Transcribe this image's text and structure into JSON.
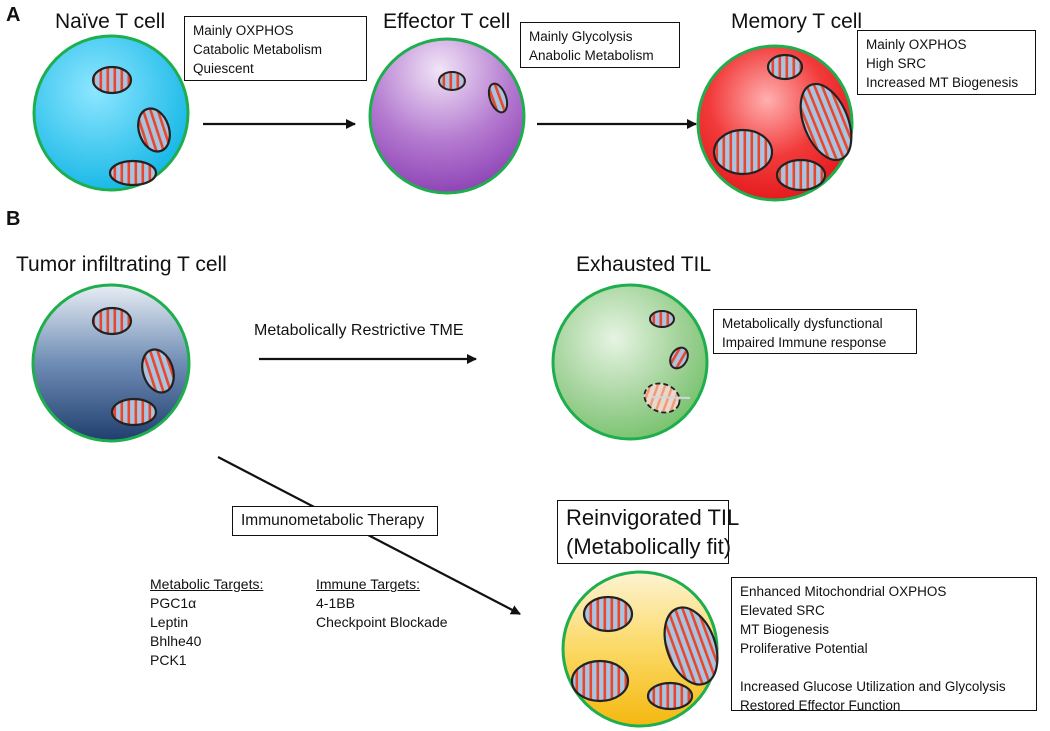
{
  "panels": {
    "a": "A",
    "b": "B"
  },
  "cells": {
    "naive": "Naïve T cell",
    "effector": "Effector T cell",
    "memory": "Memory T cell",
    "tumor": "Tumor infiltrating T cell",
    "exhausted": "Exhausted TIL",
    "reinvigorated_line1": "Reinvigorated TIL",
    "reinvigorated_line2": "(Metabolically fit)"
  },
  "boxes": {
    "naive": [
      "Mainly OXPHOS",
      "Catabolic Metabolism",
      "Quiescent"
    ],
    "effector": [
      "Mainly Glycolysis",
      "Anabolic Metabolism"
    ],
    "memory": [
      "Mainly OXPHOS",
      "High SRC",
      "Increased MT Biogenesis"
    ],
    "exhausted": [
      "Metabolically dysfunctional",
      "Impaired Immune response"
    ],
    "reinvigorated": [
      "Enhanced Mitochondrial OXPHOS",
      "Elevated SRC",
      "MT Biogenesis",
      "Proliferative Potential",
      "",
      "Increased Glucose Utilization and Glycolysis",
      "Restored Effector Function"
    ]
  },
  "arrows": {
    "restrictive": "Metabolically Restrictive TME",
    "therapy": "Immunometabolic Therapy"
  },
  "targets": {
    "metabolic_header": "Metabolic Targets:",
    "metabolic": [
      "PGC1α",
      "Leptin",
      "Bhlhe40",
      "PCK1"
    ],
    "immune_header": "Immune Targets:",
    "immune": [
      "4-1BB",
      "Checkpoint Blockade"
    ]
  },
  "colors": {
    "naive": "#29c4ee",
    "effector": "#9a4fbf",
    "memory": "#ee1c24",
    "tumor": "#3a5d8f",
    "exhausted": "#5fb85a",
    "reinvigorated": "#f7c325",
    "cell_border": "#1fae4e",
    "mito_stripe": "#e8472b",
    "mito_fill": "#9bb8d8"
  }
}
